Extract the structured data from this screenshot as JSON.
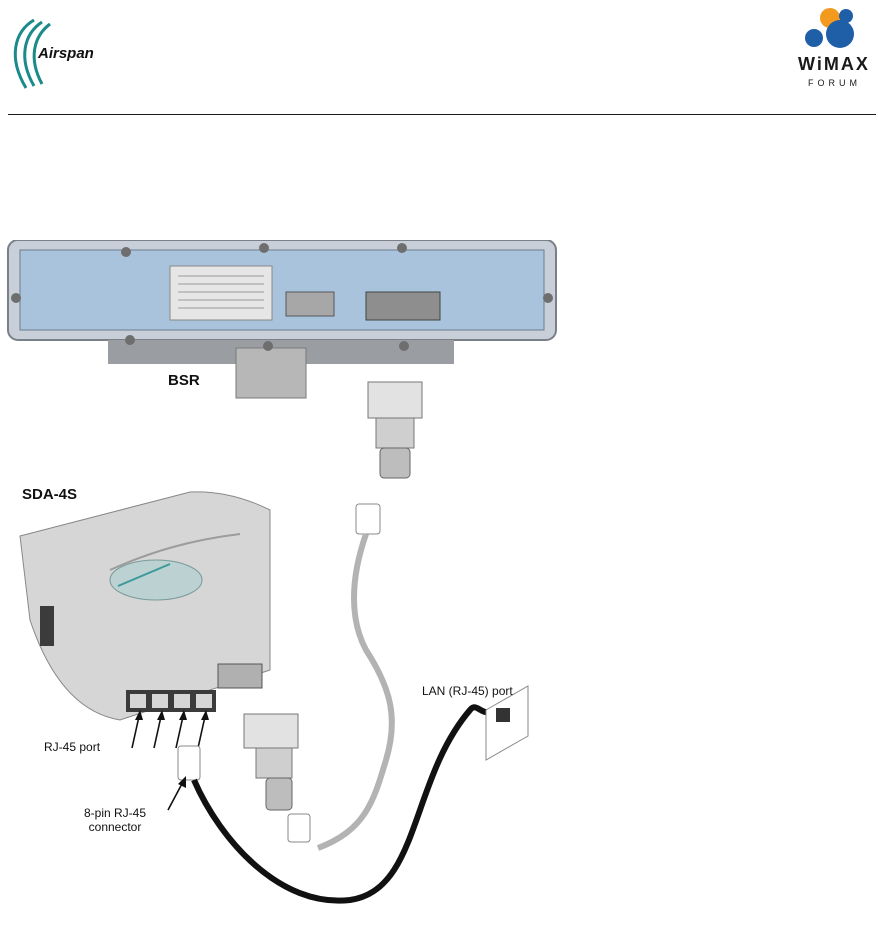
{
  "header": {
    "left_logo_text": "Airspan",
    "right_logo_text_top": "WiMAX",
    "right_logo_text_bottom": "FORUM"
  },
  "figure": {
    "labels": {
      "bsr": "BSR",
      "sda": "SDA-4S",
      "rj45_port": "RJ-45 port",
      "connector_line1": "8-pin RJ-45",
      "connector_line2": "connector",
      "lan_port": "LAN (RJ-45) port"
    }
  }
}
